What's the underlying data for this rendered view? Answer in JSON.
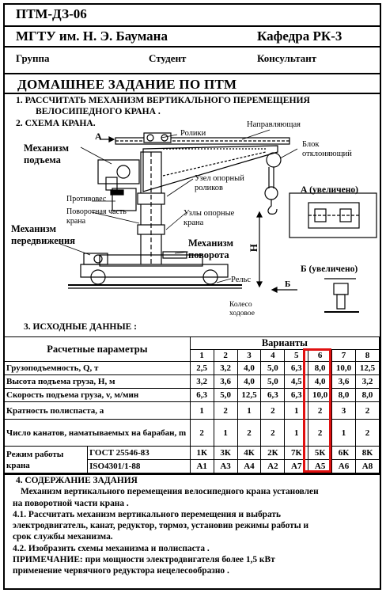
{
  "header": {
    "code": "ПТМ-ДЗ-06",
    "university": "МГТУ им. Н. Э. Баумана",
    "department": "Кафедра РК-3",
    "group_label": "Группа",
    "student_label": "Студент",
    "consultant_label": "Консультант"
  },
  "title": "ДОМАШНЕЕ ЗАДАНИЕ ПО ПТМ",
  "tasks": {
    "line1": "1. РАССЧИТАТЬ МЕХАНИЗМ ВЕРТИКАЛЬНОГО ПЕРЕМЕЩЕНИЯ",
    "line1b": "ВЕЛОСИПЕДНОГО КРАНА .",
    "line2": "2. СХЕМА КРАНА."
  },
  "diagram": {
    "hoist": "Механизм подъема",
    "arrow_a": "А",
    "rollers": "Ролики",
    "guide": "Направляющая",
    "block": "Блок отклоняющий",
    "roller_unit": "Узел опорный роликов",
    "view_a": "А (увеличено)",
    "counterweight": "Противовес",
    "rotary_part": "Поворотная часть крана",
    "support_units": "Узлы опорные крана",
    "travel": "Механизм передвижения",
    "slewing": "Механизм поворота",
    "h": "Н",
    "rail": "Рельс",
    "arrow_b": "Б",
    "view_b": "Б (увеличено)",
    "wheel": "Колесо ходовое"
  },
  "section3": "3. ИСХОДНЫЕ ДАННЫЕ :",
  "table": {
    "params_header": "Расчетные параметры",
    "variants_header": "Варианты",
    "variants": [
      "1",
      "2",
      "3",
      "4",
      "5",
      "6",
      "7",
      "8"
    ],
    "rows": [
      {
        "label": "Грузоподъемность, Q, т",
        "values": [
          "2,5",
          "3,2",
          "4,0",
          "5,0",
          "6,3",
          "8,0",
          "10,0",
          "12,5"
        ]
      },
      {
        "label": "Высота подъема груза, Н, м",
        "values": [
          "3,2",
          "3,6",
          "4,0",
          "5,0",
          "4,5",
          "4,0",
          "3,6",
          "3,2"
        ]
      },
      {
        "label": "Скорость подъема груза, v, м/мин",
        "values": [
          "6,3",
          "5,0",
          "12,5",
          "6,3",
          "6,3",
          "10,0",
          "8,0",
          "8,0"
        ]
      },
      {
        "label": "Кратность полиспаста, а",
        "values": [
          "1",
          "2",
          "1",
          "2",
          "1",
          "2",
          "3",
          "2"
        ]
      },
      {
        "label": "Число канатов, наматываемых на барабан, m",
        "values": [
          "2",
          "1",
          "2",
          "2",
          "1",
          "2",
          "1",
          "2"
        ]
      }
    ],
    "mode_label": "Режим работы крана",
    "gost": "ГОСТ 25546-83",
    "iso": "ISO4301/1-88",
    "gost_values": [
      "1К",
      "3К",
      "4К",
      "2К",
      "7К",
      "5К",
      "6К",
      "8К"
    ],
    "iso_values": [
      "А1",
      "А3",
      "А4",
      "А2",
      "А7",
      "А5",
      "А6",
      "А8"
    ]
  },
  "section4": {
    "title": "4. СОДЕРЖАНИЕ ЗАДАНИЯ",
    "p1": "Механизм вертикального перемещения велосипедного крана установлен",
    "p1b": "на поворотной части крана .",
    "p2": "4.1. Рассчитать механизм вертикального перемещения и выбрать",
    "p2b": "электродвигатель, канат, редуктор, тормоз, установив режимы работы и",
    "p2c": "срок службы механизма.",
    "p3": "4.2. Изобразить схемы механизма и полиспаста .",
    "p4": "ПРИМЕЧАНИЕ: при мощности электродвигателя более 1,5 кВт",
    "p4b": "применение червячного редуктора нецелесообразно ."
  },
  "colors": {
    "highlight": "#e01010"
  }
}
